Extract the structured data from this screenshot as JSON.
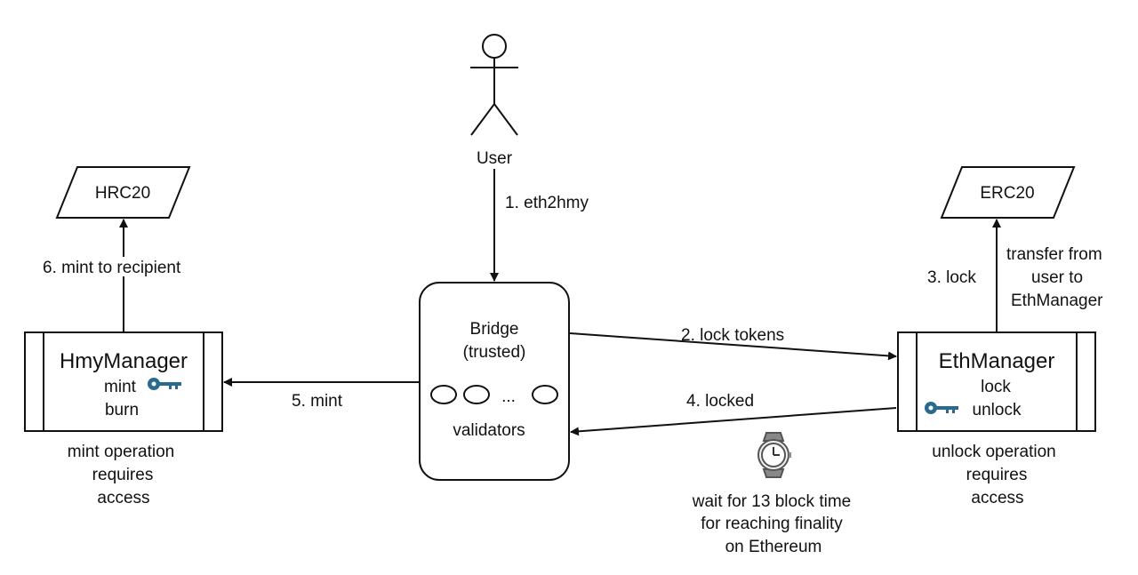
{
  "actor": {
    "label": "User"
  },
  "tokens": {
    "left": "HRC20",
    "right": "ERC20"
  },
  "bridge": {
    "title_line1": "Bridge",
    "title_line2": "(trusted)",
    "ellipsis": "...",
    "validators": "validators"
  },
  "hmy_manager": {
    "title": "HmyManager",
    "op1": "mint",
    "op2": "burn",
    "note": [
      "mint operation",
      "requires",
      "access"
    ]
  },
  "eth_manager": {
    "title": "EthManager",
    "op1": "lock",
    "op2": "unlock",
    "note": [
      "unlock operation",
      "requires",
      "access"
    ]
  },
  "edges": {
    "step1": "1. eth2hmy",
    "step2": "2. lock tokens",
    "step3": "3. lock",
    "step3_note": [
      "transfer from",
      "user to",
      "EthManager"
    ],
    "step4": "4. locked",
    "step5": "5. mint",
    "step6": "6. mint to recipient"
  },
  "wait_note": [
    "wait for 13 block time",
    "for reaching finality",
    "on Ethereum"
  ],
  "icons": {
    "key": "key-icon",
    "watch": "watch-icon",
    "user": "stick-figure-icon"
  },
  "colors": {
    "key": "#2a6a8e",
    "stroke": "#111111"
  }
}
